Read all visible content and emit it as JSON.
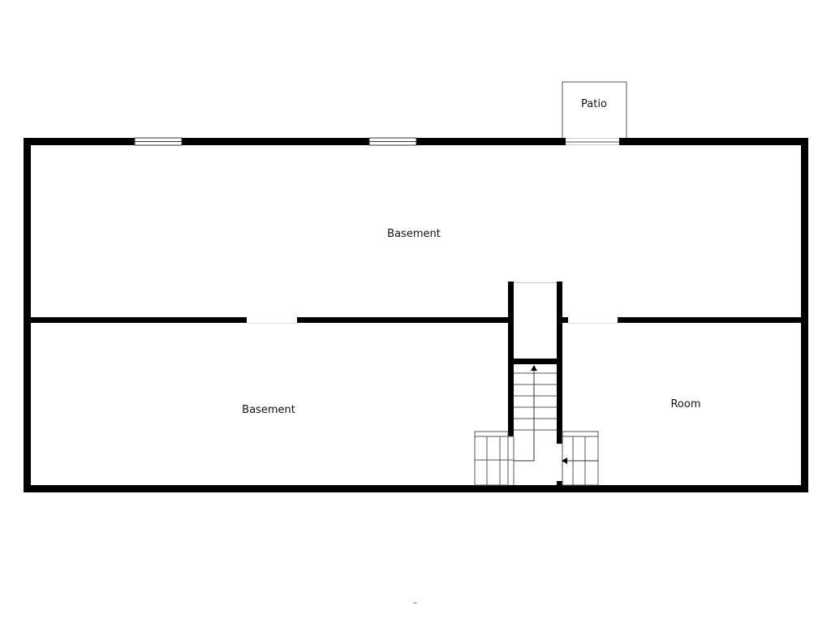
{
  "floorplan": {
    "rooms": {
      "patio": "Patio",
      "basement_upper": "Basement",
      "basement_lower": "Basement",
      "room": "Room"
    },
    "footer_mark": "–",
    "colors": {
      "wall": "#000000",
      "thin_line": "#555555",
      "background": "#ffffff"
    }
  }
}
